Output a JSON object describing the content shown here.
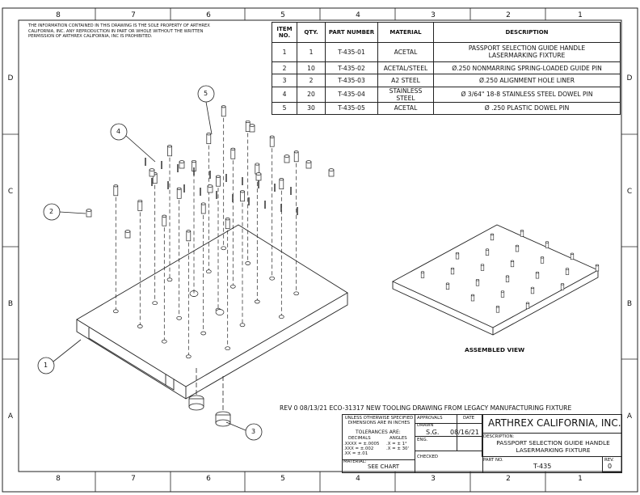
{
  "notice": "THE INFORMATION CONTAINED IN THIS DRAWING IS THE SOLE PROPERTY OF ARTHREX CALIFORNIA, INC. ANY REPRODUCTION IN PART OR WHOLE WITHOUT THE WRITTEN PERMISSION OF ARTHREX CALIFORNIA, INC IS PROHIBITED.",
  "zones": {
    "columns": [
      "8",
      "7",
      "6",
      "5",
      "4",
      "3",
      "2",
      "1"
    ],
    "rows": [
      "D",
      "C",
      "B",
      "A"
    ]
  },
  "bom": {
    "headers": [
      "ITEM NO.",
      "QTY.",
      "PART NUMBER",
      "MATERIAL",
      "DESCRIPTION"
    ],
    "rows": [
      {
        "item": "1",
        "qty": "1",
        "part": "T-435-01",
        "material": "ACETAL",
        "description": "PASSPORT SELECTION GUIDE HANDLE LASERMARKING FIXTURE"
      },
      {
        "item": "2",
        "qty": "10",
        "part": "T-435-02",
        "material": "ACETAL/STEEL",
        "description": "Ø.250 NONMARRING SPRING-LOADED GUIDE PIN"
      },
      {
        "item": "3",
        "qty": "2",
        "part": "T-435-03",
        "material": "A2 STEEL",
        "description": "Ø.250 ALIGNMENT HOLE LINER"
      },
      {
        "item": "4",
        "qty": "20",
        "part": "T-435-04",
        "material": "STAINLESS STEEL",
        "description": "Ø 3/64\" 18-8 STAINLESS STEEL DOWEL PIN"
      },
      {
        "item": "5",
        "qty": "30",
        "part": "T-435-05",
        "material": "ACETAL",
        "description": "Ø .250 PLASTIC DOWEL PIN"
      }
    ]
  },
  "balloons": [
    "1",
    "2",
    "3",
    "4",
    "5"
  ],
  "assembled_view_label": "ASSEMBLED VIEW",
  "revision_note": "REV 0 08/13/21 ECO-31317 NEW TOOLING DRAWING FROM LEGACY MANUFACTURING FIXTURE",
  "title_block": {
    "tolerance_header": "UNLESS OTHERWISE SPECIFIED DIMENSIONS ARE IN INCHES",
    "tolerances_title": "TOLERANCES ARE:",
    "decimals_label": "DECIMALS",
    "angles_label": "ANGLES",
    "tol_xxxx": ".XXXX = ±.0005",
    "tol_xxx": ".XXX = ±.002",
    "tol_xx": ".XX = ±.01",
    "ang_x": ".X = ± 1°",
    "ang_xx": ".X = ± 30'",
    "material_label": "MATERIAL:",
    "material_value": "SEE CHART",
    "approvals_label": "APPROVALS",
    "date_label": "DATE",
    "drawn_label": "DRAWN",
    "drawn_by": "S.G.",
    "drawn_date": "08/16/21",
    "eng_label": "ENG.",
    "checked_label": "CHECKED",
    "company": "ARTHREX CALIFORNIA, INC.",
    "description_label": "DESCRIPTION:",
    "description": "PASSPORT SELECTION GUIDE HANDLE LASERMARKING FIXTURE",
    "part_no_label": "PART NO.",
    "part_no": "T-435",
    "rev_label": "REV.",
    "rev": "0"
  }
}
